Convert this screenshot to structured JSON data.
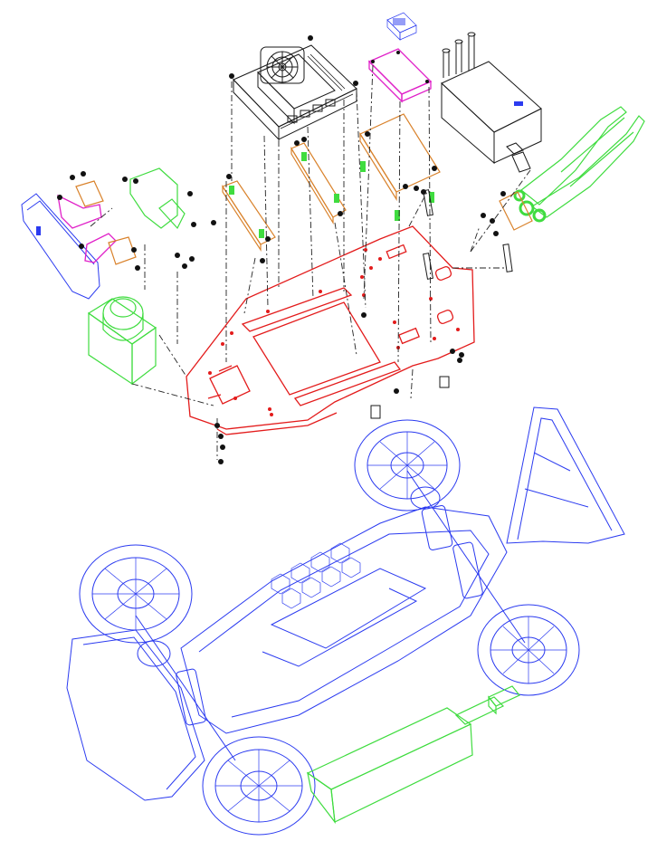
{
  "diagram": {
    "type": "exploded-assembly",
    "colors": {
      "chassis_plate": "#e31b1b",
      "spacer_plates": "#d9822b",
      "brackets": "#e020c8",
      "mounts_and_battery": "#3fdc3f",
      "rc_car": "#2b3bf0",
      "hardware": "#1a1a1a"
    },
    "parts": [
      {
        "part": "compute-module-with-fan"
      },
      {
        "part": "small-board"
      },
      {
        "part": "power-module-with-posts"
      },
      {
        "part": "gripper-arms"
      },
      {
        "part": "depth-camera"
      },
      {
        "part": "lidar-sensor"
      },
      {
        "part": "top-mounting-plate"
      },
      {
        "part": "rc-car-chassis"
      },
      {
        "part": "battery-pack"
      }
    ]
  }
}
